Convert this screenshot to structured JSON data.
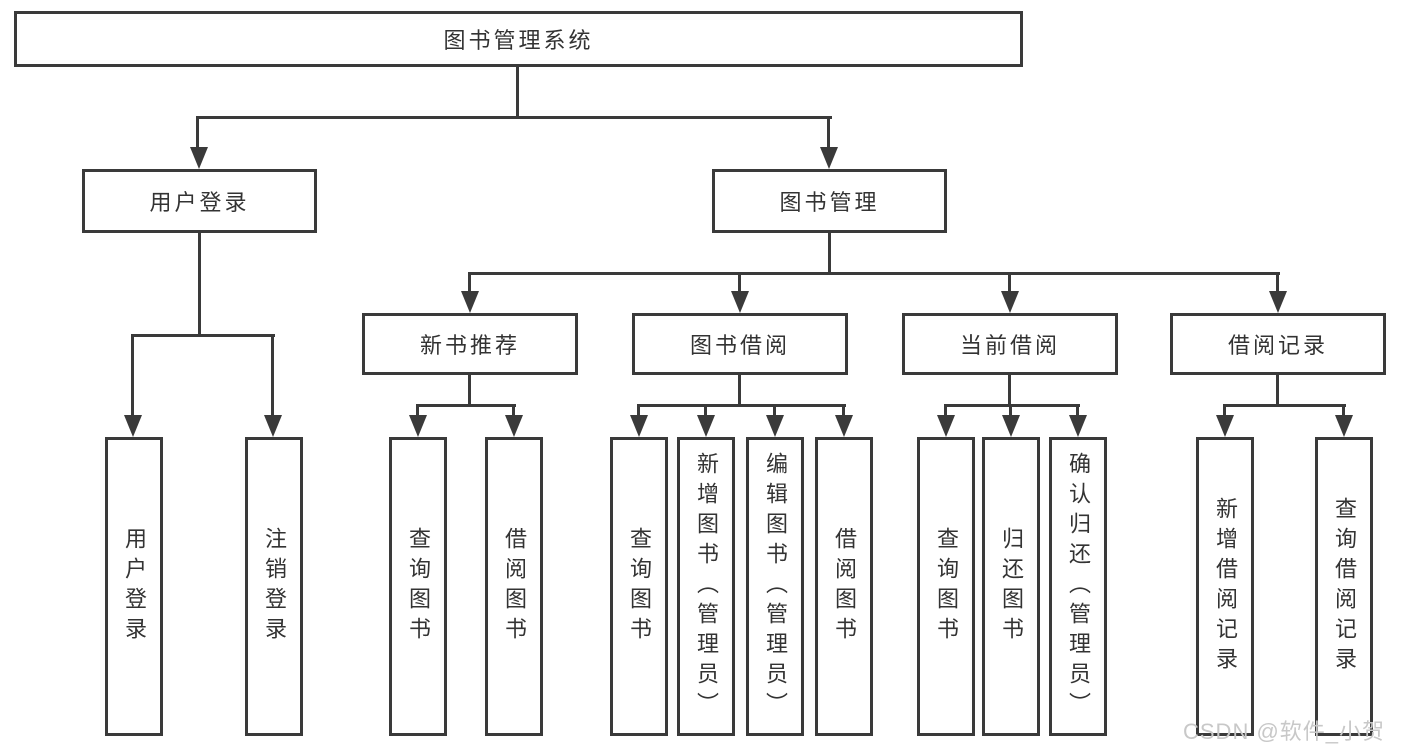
{
  "colors": {
    "line": "#3a3a3a",
    "text": "#333333",
    "background": "#ffffff",
    "watermark": "#c8c8c8"
  },
  "watermark": {
    "text": "CSDN @软件_小贺同学"
  },
  "tree": {
    "root": {
      "label": "图书管理系统"
    },
    "branches": [
      {
        "label": "用户登录",
        "children": [
          {
            "label": "用户登录"
          },
          {
            "label": "注销登录"
          }
        ]
      },
      {
        "label": "图书管理",
        "children": [
          {
            "label": "新书推荐",
            "children": [
              {
                "label": "查询图书"
              },
              {
                "label": "借阅图书"
              }
            ]
          },
          {
            "label": "图书借阅",
            "children": [
              {
                "label": "查询图书"
              },
              {
                "label": "新增图书（管理员）"
              },
              {
                "label": "编辑图书（管理员）"
              },
              {
                "label": "借阅图书"
              }
            ]
          },
          {
            "label": "当前借阅",
            "children": [
              {
                "label": "查询图书"
              },
              {
                "label": "归还图书"
              },
              {
                "label": "确认归还（管理员）"
              }
            ]
          },
          {
            "label": "借阅记录",
            "children": [
              {
                "label": "新增借阅记录"
              },
              {
                "label": "查询借阅记录"
              }
            ]
          }
        ]
      }
    ]
  }
}
